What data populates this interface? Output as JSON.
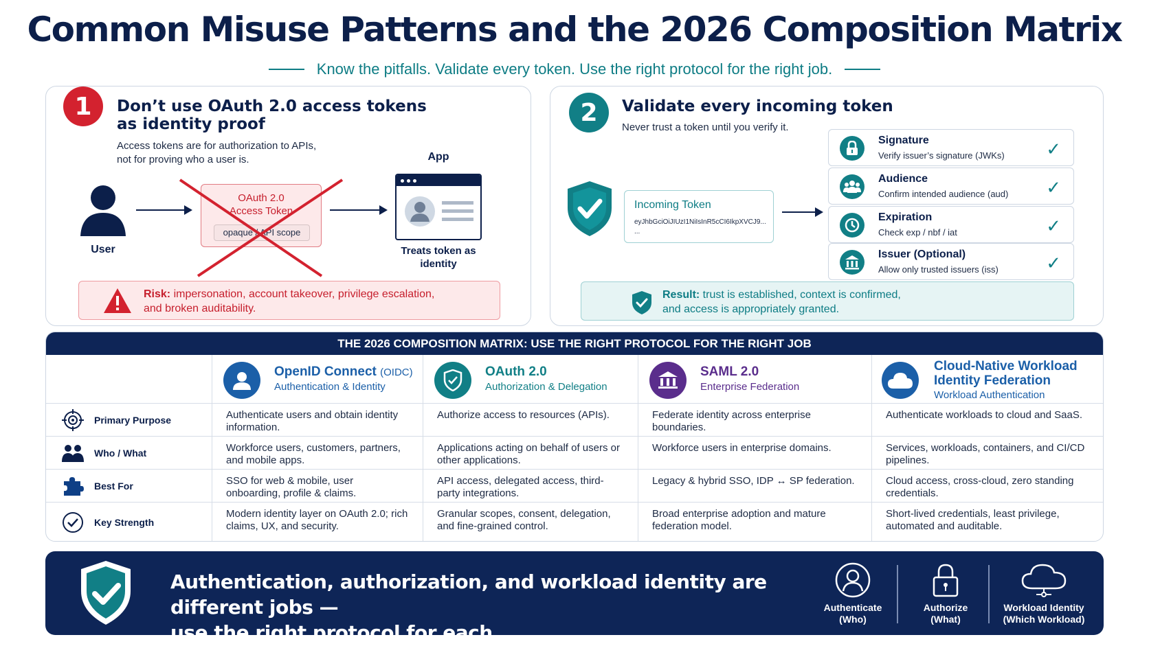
{
  "title": "Common Misuse Patterns and the 2026 Composition Matrix",
  "subtitle": "Know the pitfalls. Validate every token. Use the right protocol for the right job.",
  "colors": {
    "navy": "#0e2557",
    "teal": "#117f86",
    "red": "#d3222f",
    "purple": "#5a2d8c",
    "blue": "#1b5fa8"
  },
  "panel1": {
    "number": "1",
    "title_line1": "Don’t use OAuth 2.0 access tokens",
    "title_line2": "as identity proof",
    "text_line1": "Access tokens are for authorization to APIs,",
    "text_line2": "not for proving who a user is.",
    "user_label": "User",
    "app_label": "App",
    "token_line1": "OAuth 2.0",
    "token_line2": "Access Token",
    "token_pill": "opaque / API scope",
    "app_caption_line1": "Treats token as",
    "app_caption_line2": "identity",
    "risk_label": "Risk:",
    "risk_text_line1": " impersonation, account takeover, privilege escalation,",
    "risk_text_line2": "and broken auditability."
  },
  "panel2": {
    "number": "2",
    "title": "Validate every incoming token",
    "text": "Never trust a token until you verify it.",
    "incoming_title": "Incoming Token",
    "incoming_value": "eyJhbGciOiJIUzI1NiIsInR5cCI6IkpXVCJ9...",
    "incoming_ellipsis": "...",
    "checks": [
      {
        "title": "Signature",
        "detail": "Verify issuer’s signature (JWKs)",
        "icon": "lock-icon"
      },
      {
        "title": "Audience",
        "detail": "Confirm intended audience (aud)",
        "icon": "users-icon"
      },
      {
        "title": "Expiration",
        "detail": "Check exp / nbf / iat",
        "icon": "clock-icon"
      },
      {
        "title": "Issuer (Optional)",
        "detail": "Allow only trusted issuers (iss)",
        "icon": "building-icon"
      }
    ],
    "check_mark": "✓",
    "result_label": "Result:",
    "result_line1": " trust is established, context is confirmed,",
    "result_line2": "and access is appropriately granted."
  },
  "matrix": {
    "header": "THE 2026 COMPOSITION MATRIX: USE THE RIGHT PROTOCOL FOR THE RIGHT JOB",
    "rows": [
      "Primary Purpose",
      "Who / What",
      "Best For",
      "Key Strength"
    ],
    "columns": [
      {
        "name": "OpenID Connect",
        "name_suffix": "(OIDC)",
        "desc": "Authentication & Identity",
        "cells": [
          "Authenticate users and obtain identity information.",
          "Workforce users, customers, partners, and mobile apps.",
          "SSO for web & mobile, user onboarding, profile & claims.",
          "Modern identity layer on OAuth 2.0; rich claims, UX, and security."
        ]
      },
      {
        "name": "OAuth 2.0",
        "name_suffix": "",
        "desc": "Authorization & Delegation",
        "cells": [
          "Authorize access to resources (APIs).",
          "Applications acting on behalf of users or other applications.",
          "API access, delegated access, third-party integrations.",
          "Granular scopes, consent, delegation, and fine-grained control."
        ]
      },
      {
        "name": "SAML 2.0",
        "name_suffix": "",
        "desc": "Enterprise Federation",
        "cells": [
          "Federate identity across enterprise boundaries.",
          "Workforce users in enterprise domains.",
          "Legacy & hybrid SSO,  IDP ↔ SP federation.",
          "Broad enterprise adoption and mature federation model."
        ]
      },
      {
        "name_line1": "Cloud-Native Workload",
        "name_line2": "Identity Federation",
        "desc": "Workload Authentication",
        "cells": [
          "Authenticate workloads to cloud and SaaS.",
          "Services, workloads, containers, and CI/CD pipelines.",
          "Cloud access, cross-cloud, zero standing credentials.",
          "Short-lived credentials, least privilege, automated and auditable."
        ]
      }
    ]
  },
  "banner": {
    "line1": "Authentication, authorization, and workload identity are different jobs —",
    "line2": "use the right protocol for each.",
    "items": [
      {
        "label": "Authenticate",
        "sub": "(Who)"
      },
      {
        "label": "Authorize",
        "sub": "(What)"
      },
      {
        "label": "Workload Identity",
        "sub": "(Which Workload)"
      }
    ]
  }
}
